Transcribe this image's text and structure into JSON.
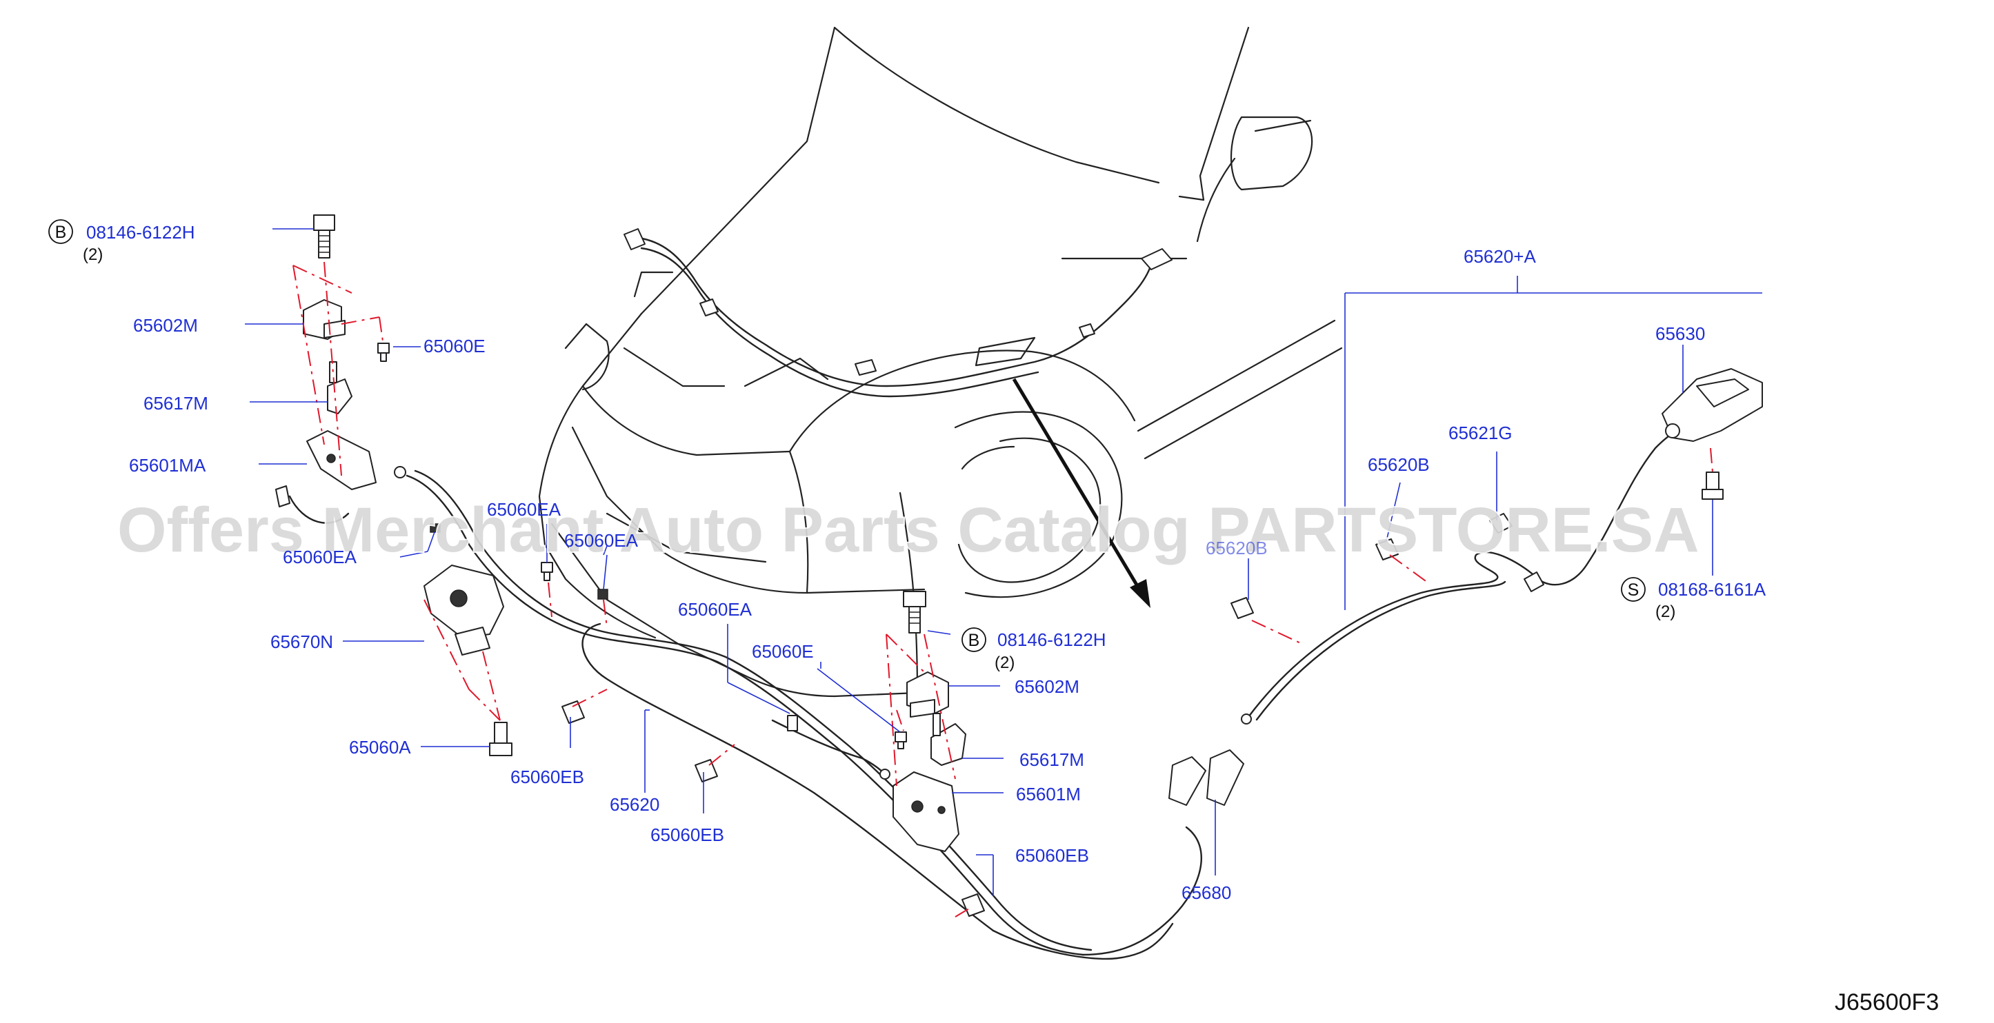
{
  "watermark": "Offers Merchant Auto Parts Catalog PARTSTORE.SA",
  "diagram_ref": "J65600F3",
  "callouts": {
    "b_bolt_left": {
      "symbol": "B",
      "part": "08146-6122H",
      "qty": "(2)"
    },
    "b_bolt_right": {
      "symbol": "B",
      "part": "08146-6122H",
      "qty": "(2)"
    },
    "s_bolt": {
      "symbol": "S",
      "part": "08168-6161A",
      "qty": "(2)"
    }
  },
  "labels": {
    "hinge_left": "65602M",
    "clip_e_left": "65060E",
    "striker_left": "65617M",
    "lock_left": "65601MA",
    "clip_ea_left_low": "65060EA",
    "clip_ea_left_top": "65060EA",
    "clip_ea_mid": "65060EA",
    "latch_n": "65670N",
    "bolt_a": "65060A",
    "clip_eb_left": "65060EB",
    "cable_main": "65620",
    "clip_eb_mid": "65060EB",
    "clip_ea_center": "65060EA",
    "clip_e_center": "65060E",
    "hinge_right": "65602M",
    "striker_right": "65617M",
    "lock_right": "65601M",
    "clip_eb_right": "65060EB",
    "handle_680": "65680",
    "assy_top": "65620+A",
    "lever_630": "65630",
    "clip_621g": "65621G",
    "clip_620b": "65620B",
    "clip_620_partial": "65620B"
  }
}
